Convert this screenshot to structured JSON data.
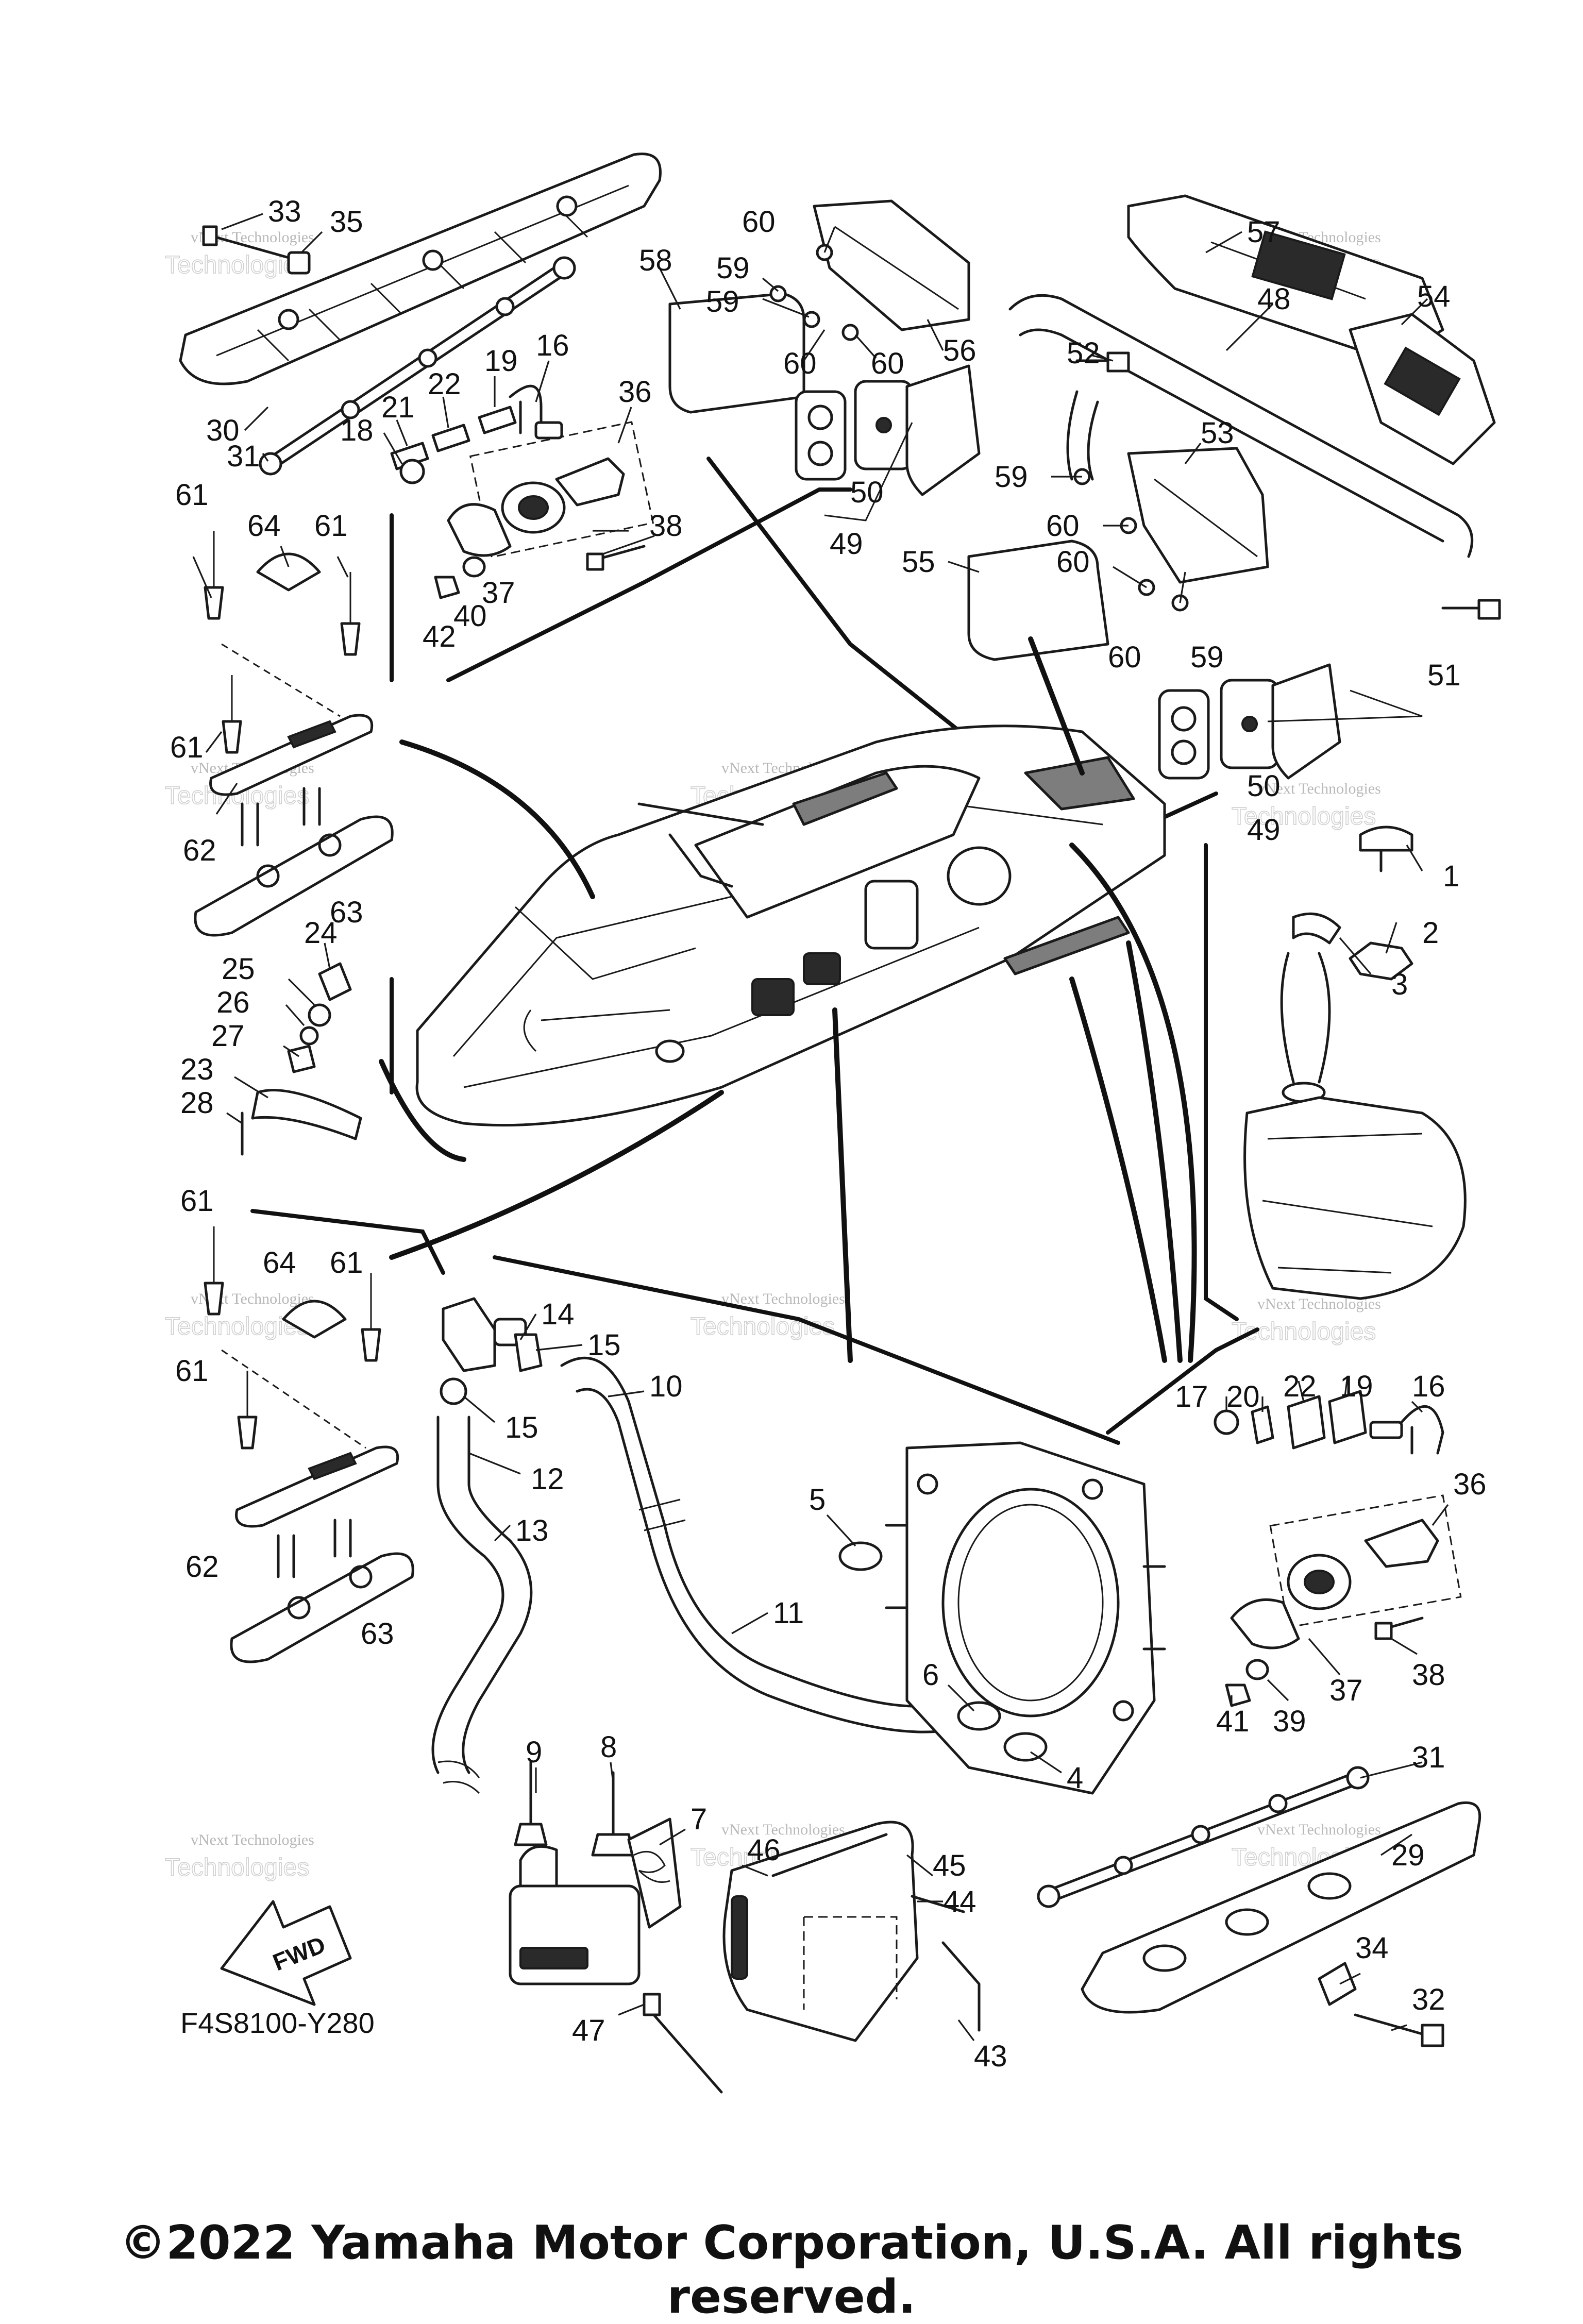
{
  "figure_code": "F4S8100-Y280",
  "fwd_label": "FWD",
  "copyright": "©2022 Yamaha Motor Corporation, U.S.A. All rights reserved.",
  "watermark": {
    "line1": "vNext Technologies",
    "line2": "Technologies"
  },
  "callouts": [
    {
      "id": "c33",
      "label": "33"
    },
    {
      "id": "c35",
      "label": "35"
    },
    {
      "id": "c30",
      "label": "30"
    },
    {
      "id": "c31a",
      "label": "31"
    },
    {
      "id": "c16a",
      "label": "16"
    },
    {
      "id": "c19a",
      "label": "19"
    },
    {
      "id": "c22a",
      "label": "22"
    },
    {
      "id": "c21",
      "label": "21"
    },
    {
      "id": "c18",
      "label": "18"
    },
    {
      "id": "c36a",
      "label": "36"
    },
    {
      "id": "c37a",
      "label": "37"
    },
    {
      "id": "c38a",
      "label": "38"
    },
    {
      "id": "c40",
      "label": "40"
    },
    {
      "id": "c42",
      "label": "42"
    },
    {
      "id": "c61a",
      "label": "61"
    },
    {
      "id": "c64a",
      "label": "64"
    },
    {
      "id": "c61b",
      "label": "61"
    },
    {
      "id": "c61c",
      "label": "61"
    },
    {
      "id": "c62a",
      "label": "62"
    },
    {
      "id": "c63a",
      "label": "63"
    },
    {
      "id": "c24",
      "label": "24"
    },
    {
      "id": "c25",
      "label": "25"
    },
    {
      "id": "c26",
      "label": "26"
    },
    {
      "id": "c27",
      "label": "27"
    },
    {
      "id": "c23",
      "label": "23"
    },
    {
      "id": "c28",
      "label": "28"
    },
    {
      "id": "c61d",
      "label": "61"
    },
    {
      "id": "c64b",
      "label": "64"
    },
    {
      "id": "c61e",
      "label": "61"
    },
    {
      "id": "c61f",
      "label": "61"
    },
    {
      "id": "c62b",
      "label": "62"
    },
    {
      "id": "c63b",
      "label": "63"
    },
    {
      "id": "c60a",
      "label": "60"
    },
    {
      "id": "c59a",
      "label": "59"
    },
    {
      "id": "c59b",
      "label": "59"
    },
    {
      "id": "c58",
      "label": "58"
    },
    {
      "id": "c60b",
      "label": "60"
    },
    {
      "id": "c60c",
      "label": "60"
    },
    {
      "id": "c56",
      "label": "56"
    },
    {
      "id": "c57",
      "label": "57"
    },
    {
      "id": "c54",
      "label": "54"
    },
    {
      "id": "c48",
      "label": "48"
    },
    {
      "id": "c52",
      "label": "52"
    },
    {
      "id": "c50a",
      "label": "50"
    },
    {
      "id": "c49a",
      "label": "49"
    },
    {
      "id": "c53",
      "label": "53"
    },
    {
      "id": "c59c",
      "label": "59"
    },
    {
      "id": "c60d",
      "label": "60"
    },
    {
      "id": "c60e",
      "label": "60"
    },
    {
      "id": "c55",
      "label": "55"
    },
    {
      "id": "c60f",
      "label": "60"
    },
    {
      "id": "c59d",
      "label": "59"
    },
    {
      "id": "c51",
      "label": "51"
    },
    {
      "id": "c50b",
      "label": "50"
    },
    {
      "id": "c49b",
      "label": "49"
    },
    {
      "id": "c1",
      "label": "1"
    },
    {
      "id": "c2",
      "label": "2"
    },
    {
      "id": "c3",
      "label": "3"
    },
    {
      "id": "c14",
      "label": "14"
    },
    {
      "id": "c15a",
      "label": "15"
    },
    {
      "id": "c15b",
      "label": "15"
    },
    {
      "id": "c10",
      "label": "10"
    },
    {
      "id": "c12",
      "label": "12"
    },
    {
      "id": "c13",
      "label": "13"
    },
    {
      "id": "c11",
      "label": "11"
    },
    {
      "id": "c5",
      "label": "5"
    },
    {
      "id": "c6",
      "label": "6"
    },
    {
      "id": "c4",
      "label": "4"
    },
    {
      "id": "c9",
      "label": "9"
    },
    {
      "id": "c8",
      "label": "8"
    },
    {
      "id": "c7",
      "label": "7"
    },
    {
      "id": "c46",
      "label": "46"
    },
    {
      "id": "c45",
      "label": "45"
    },
    {
      "id": "c44",
      "label": "44"
    },
    {
      "id": "c43",
      "label": "43"
    },
    {
      "id": "c47",
      "label": "47"
    },
    {
      "id": "c17",
      "label": "17"
    },
    {
      "id": "c20",
      "label": "20"
    },
    {
      "id": "c22b",
      "label": "22"
    },
    {
      "id": "c19b",
      "label": "19"
    },
    {
      "id": "c16b",
      "label": "16"
    },
    {
      "id": "c36b",
      "label": "36"
    },
    {
      "id": "c37b",
      "label": "37"
    },
    {
      "id": "c38b",
      "label": "38"
    },
    {
      "id": "c39",
      "label": "39"
    },
    {
      "id": "c41",
      "label": "41"
    },
    {
      "id": "c31b",
      "label": "31"
    },
    {
      "id": "c29",
      "label": "29"
    },
    {
      "id": "c34",
      "label": "34"
    },
    {
      "id": "c32",
      "label": "32"
    }
  ]
}
